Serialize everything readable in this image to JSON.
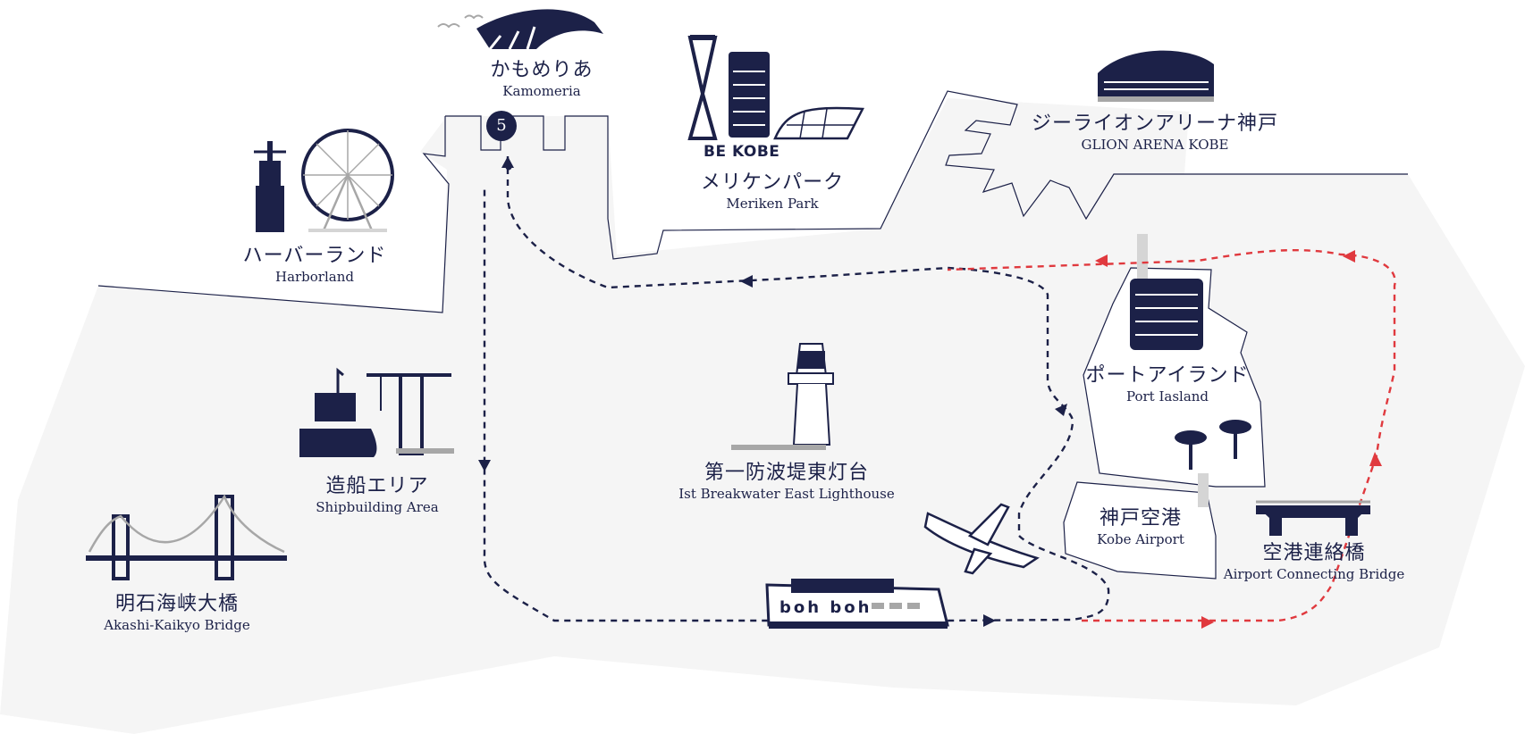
{
  "colors": {
    "navy": "#1c2148",
    "sea": "#f5f5f5",
    "coast": "#1c2148",
    "gray": "#a7a7a7",
    "red_route": "#e0393e"
  },
  "stop_number": "5",
  "landmarks": {
    "kamomeria": {
      "jp": "かもめりあ",
      "en": "Kamomeria"
    },
    "meriken": {
      "jp": "メリケンパーク",
      "en": "Meriken Park",
      "sign": "BE KOBE"
    },
    "glion": {
      "jp": "ジーライオンアリーナ神戸",
      "en": "GLION ARENA KOBE"
    },
    "harborland": {
      "jp": "ハーバーランド",
      "en": "Harborland"
    },
    "port_island": {
      "jp": "ポートアイランド",
      "en": "Port Iasland"
    },
    "lighthouse": {
      "jp": "第一防波堤東灯台",
      "en": "Ist Breakwater East Lighthouse"
    },
    "shipbuilding": {
      "jp": "造船エリア",
      "en": "Shipbuilding Area"
    },
    "kobe_airport": {
      "jp": "神戸空港",
      "en": "Kobe Airport"
    },
    "airport_bridge": {
      "jp": "空港連絡橋",
      "en": "Airport Connecting Bridge"
    },
    "akashi": {
      "jp": "明石海峡大橋",
      "en": "Akashi-Kaikyo Bridge"
    }
  },
  "boat": {
    "logo": "boh boh"
  }
}
